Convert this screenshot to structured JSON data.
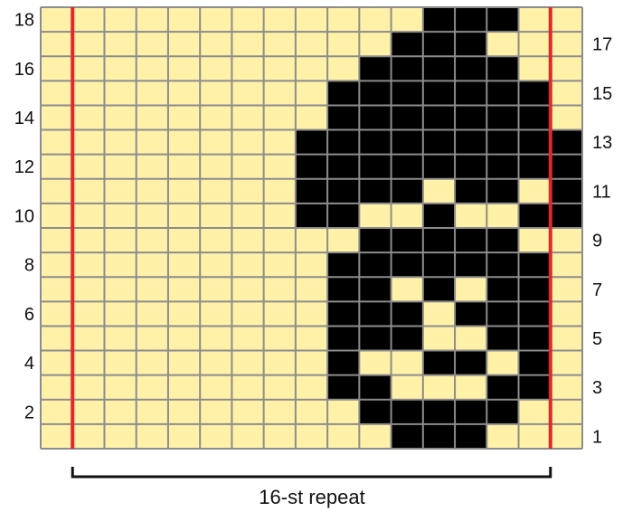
{
  "chart": {
    "columns": 17,
    "colors": {
      "background_cell": "#fff1a8",
      "contrast_cell": "#000000",
      "grid_line": "#8c8c8c",
      "repeat_line": "#e3272a",
      "bracket": "#111111"
    },
    "rows_bottom_to_top": [
      "00000000000111000",
      "00000000001111100",
      "00000000011000110",
      "00000000010011010",
      "00000000011100110",
      "00000000011101110",
      "00000000011010110",
      "00000000011111110",
      "00000000001111100",
      "00000000110010011",
      "00000000111101101",
      "00000000111111111",
      "00000000111111111",
      "00000000011111110",
      "00000000011111110",
      "00000000001111100",
      "00000000000111000",
      "00000000000011100"
    ],
    "left_row_labels": [
      "2",
      "4",
      "6",
      "8",
      "10",
      "12",
      "14",
      "16",
      "18"
    ],
    "right_row_labels": [
      "1",
      "3",
      "5",
      "7",
      "9",
      "11",
      "13",
      "15",
      "17"
    ],
    "repeat_caption": "16-st repeat"
  }
}
